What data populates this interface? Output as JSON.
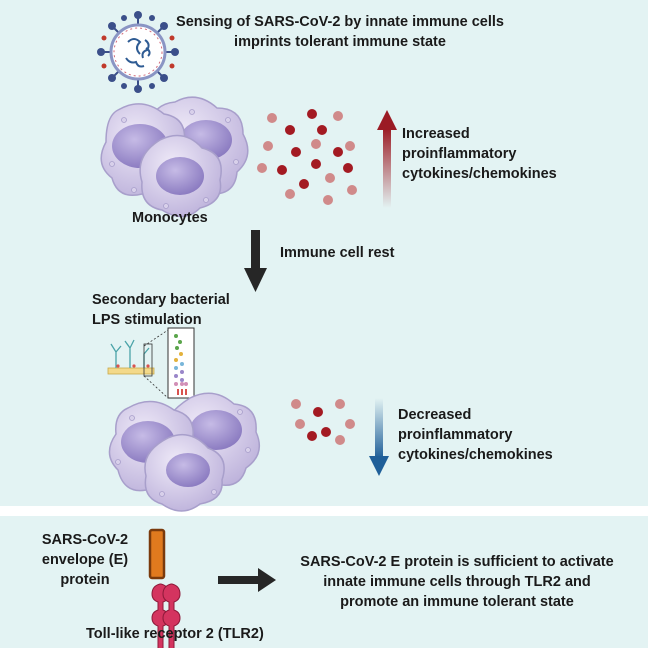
{
  "header": {
    "line1": "Sensing of SARS-CoV-2 by innate immune cells",
    "line2": "imprints tolerant immune state"
  },
  "monocytes_label": "Monocytes",
  "increased": {
    "line1": "Increased",
    "line2": "proinflammatory",
    "line3": "cytokines/chemokines",
    "color": "#9b1b24"
  },
  "rest_label": "Immune cell rest",
  "lps": {
    "line1": "Secondary bacterial",
    "line2": "LPS stimulation"
  },
  "decreased": {
    "line1": "Decreased",
    "line2": "proinflammatory",
    "line3": "cytokines/chemokines",
    "color": "#1f5f99"
  },
  "bottom": {
    "e_protein_line1": "SARS-CoV-2",
    "e_protein_line2": "envelope (E)",
    "e_protein_line3": "protein",
    "tlr2_label": "Toll-like receptor 2 (TLR2)",
    "conclusion_line1": "SARS-CoV-2 E protein is sufficient to activate",
    "conclusion_line2": "innate immune cells through TLR2 and",
    "conclusion_line3": "promote an immune tolerant state"
  },
  "colors": {
    "panel_bg": "#e3f3f3",
    "cell_fill": "#cfc6e4",
    "nucleus_fill": "#a99bd0",
    "cytokine_dark": "#a31a22",
    "cytokine_light": "#d08a8a",
    "protein_orange": "#e07a1e",
    "tlr2_pink": "#d4345f"
  }
}
